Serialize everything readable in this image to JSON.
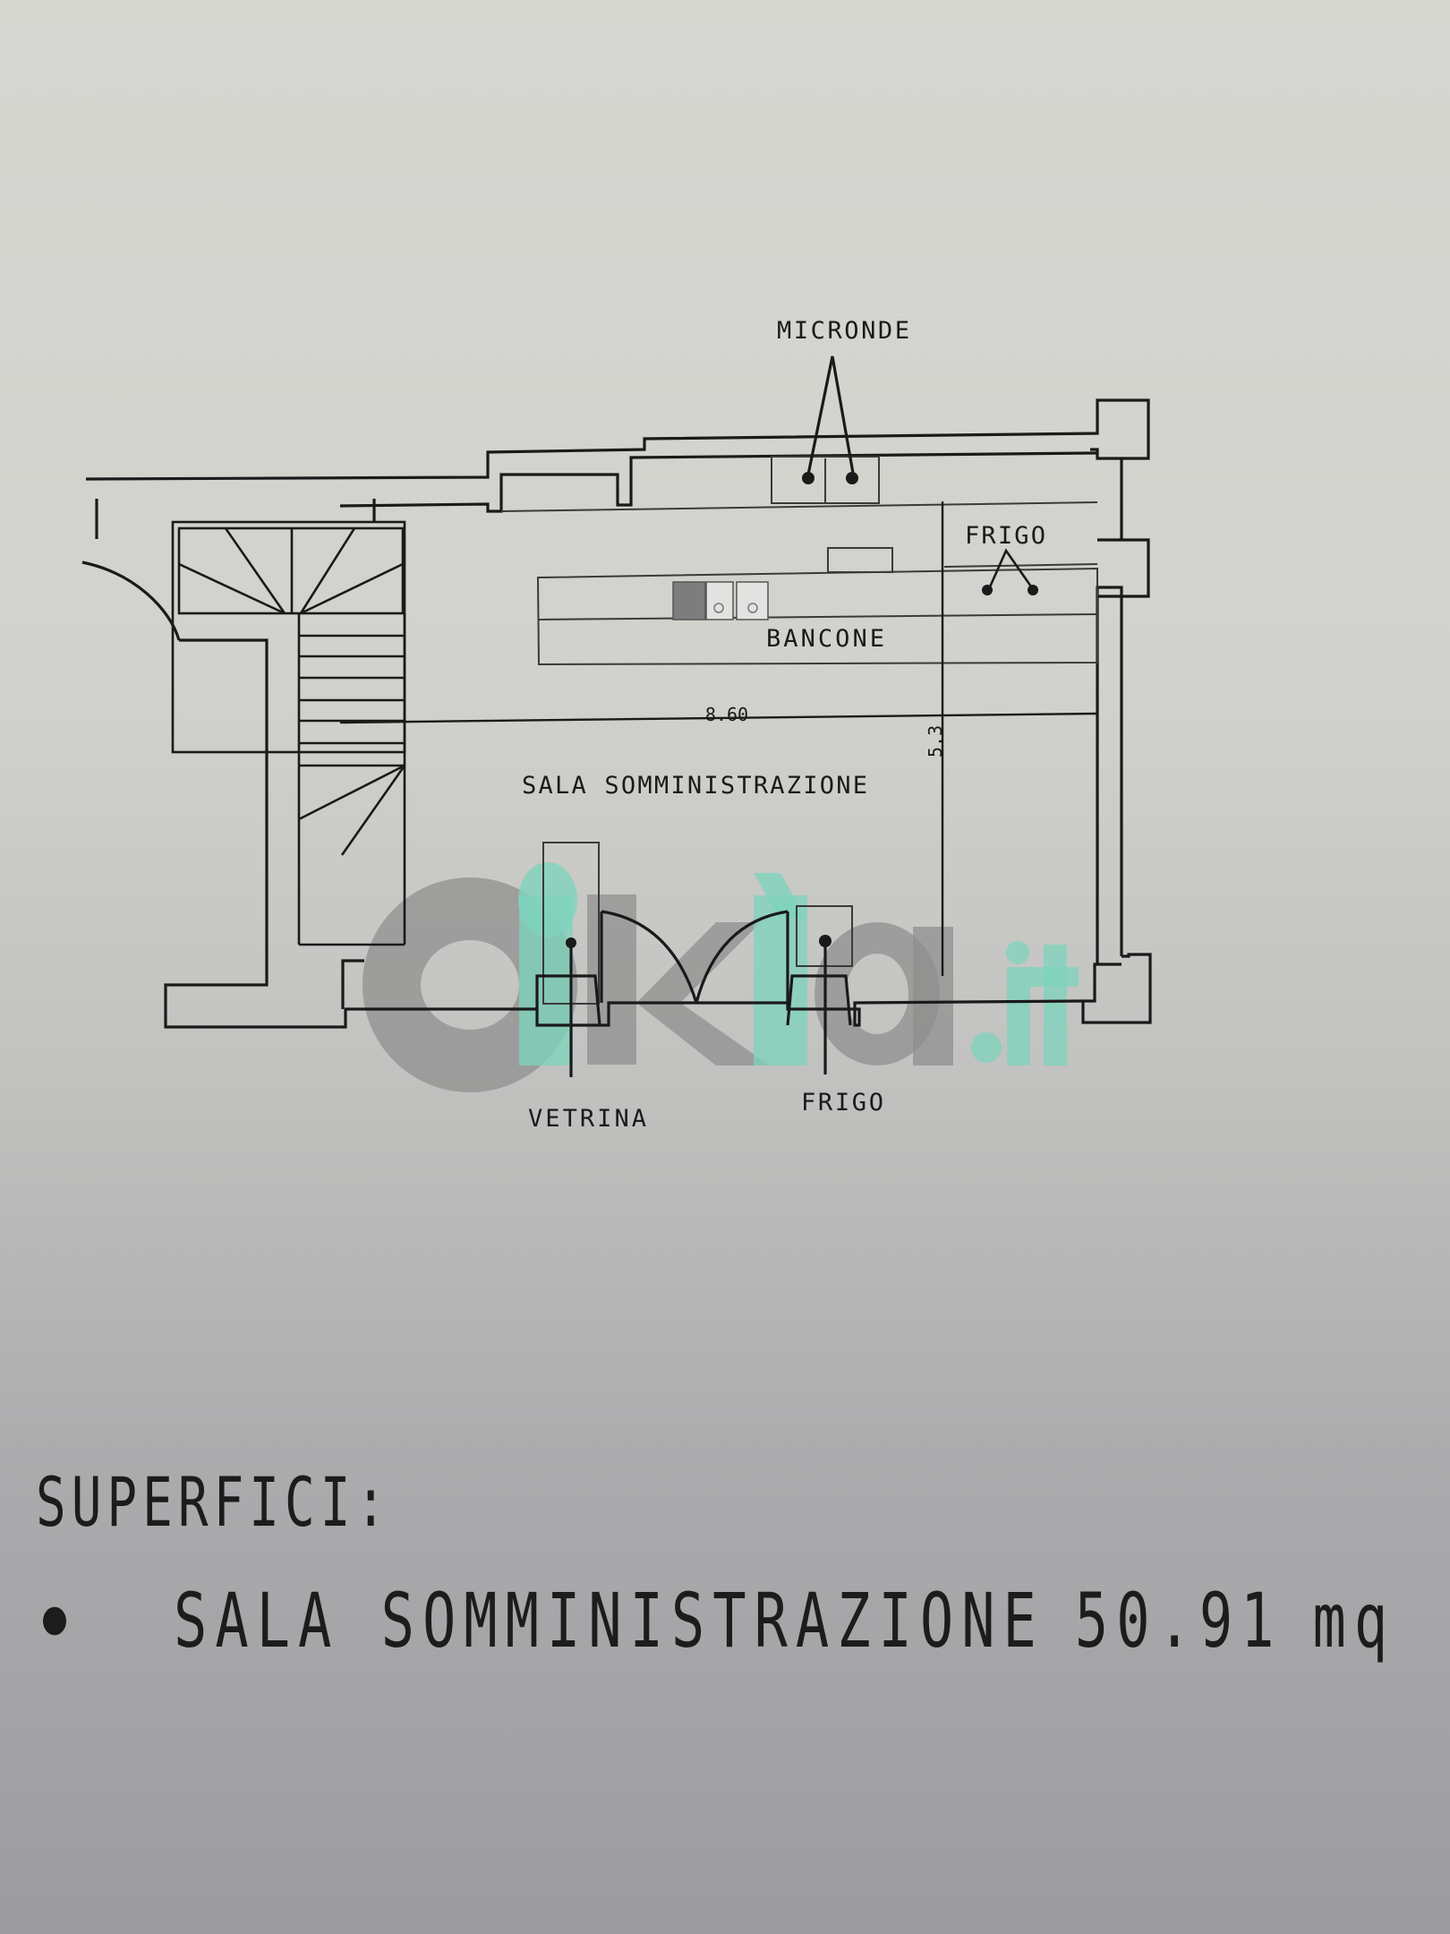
{
  "floor_plan": {
    "room_label": "SALA SOMMINISTRAZIONE",
    "dimensions": {
      "width": "8.60",
      "depth": "5.3"
    },
    "fixtures": {
      "microwave": "MICRONDE",
      "fridge_top": "FRIGO",
      "counter": "BANCONE",
      "display_case": "VETRINA",
      "fridge_bottom": "FRIGO"
    }
  },
  "watermark": {
    "main": "oikìa",
    "suffix": ".it",
    "colors": {
      "grey": "#8e8e8e",
      "teal": "#7fd3bc"
    }
  },
  "summary": {
    "title": "SUPERFICI:",
    "items": [
      {
        "name": "SALA SOMMINISTRAZIONE",
        "value": "50.91",
        "unit": "mq"
      }
    ]
  }
}
